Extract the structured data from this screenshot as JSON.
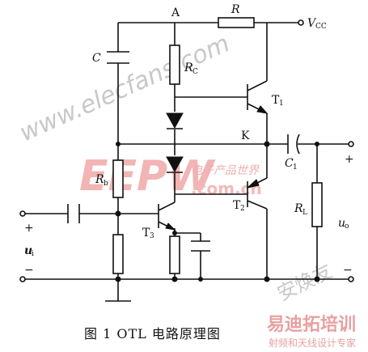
{
  "labels": {
    "node_a": "A",
    "node_k": "K",
    "r": "R",
    "vcc_main": "V",
    "vcc_sub": "CC",
    "c": "C",
    "rc_main": "R",
    "rc_sub": "C",
    "t1_main": "T",
    "t1_sub": "1",
    "c1_main": "C",
    "c1_sub": "1",
    "rb_main": "R",
    "rb_sub": "b",
    "t2_main": "T",
    "t2_sub": "2",
    "rl_main": "R",
    "rl_sub": "L",
    "t3_main": "T",
    "t3_sub": "3",
    "ui_main": "u",
    "ui_sub": "i",
    "uo_main": "u",
    "uo_sub": "o",
    "plus_in": "+",
    "minus_in": "−",
    "plus_out": "+",
    "minus_out": "−"
  },
  "caption": "图 1    OTL 电路原理图",
  "watermarks": {
    "elecfans": "www.elecfans.com",
    "eepw": "EEPW",
    "eepw_cn": "电子产品世界",
    "eepw_url": ".com.cn",
    "author": "安焕友",
    "site_big": "易迪拓培训",
    "site_small": "射频和天线设计专家"
  }
}
